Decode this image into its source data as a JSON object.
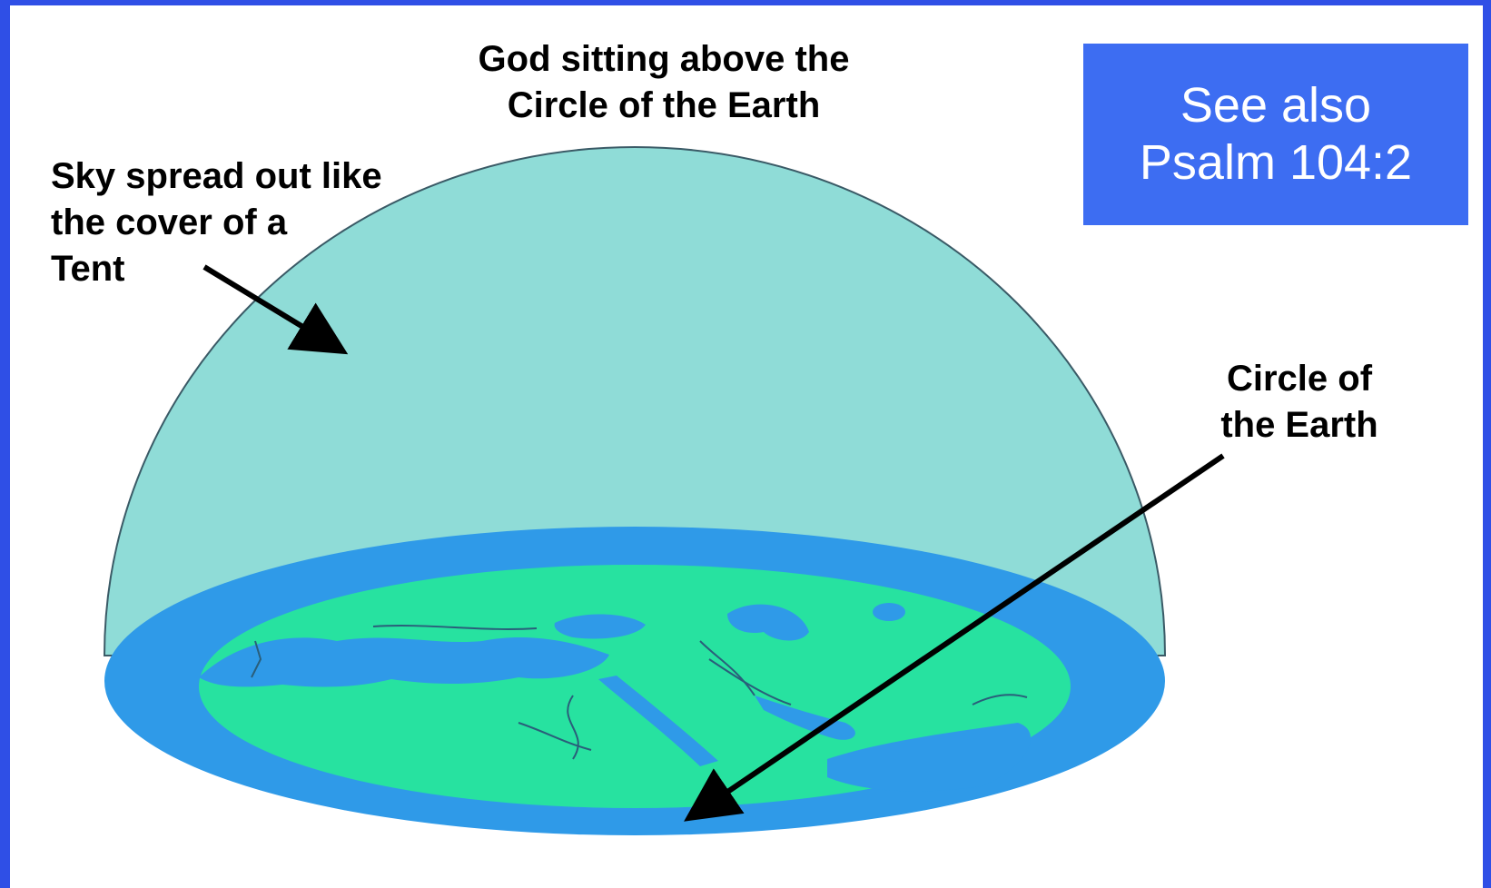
{
  "labels": {
    "top": "God sitting above the\nCircle of the Earth",
    "sky": "Sky spread out like\nthe cover of a\nTent",
    "earth": "Circle of\nthe Earth"
  },
  "callout": {
    "text": "See also\nPsalm 104:2"
  },
  "colors": {
    "frame": "#2f4fe6",
    "dome": "#8fdcd7",
    "ocean": "#2f9ae8",
    "land": "#27e2a0",
    "callout_bg": "#3d6df2"
  }
}
